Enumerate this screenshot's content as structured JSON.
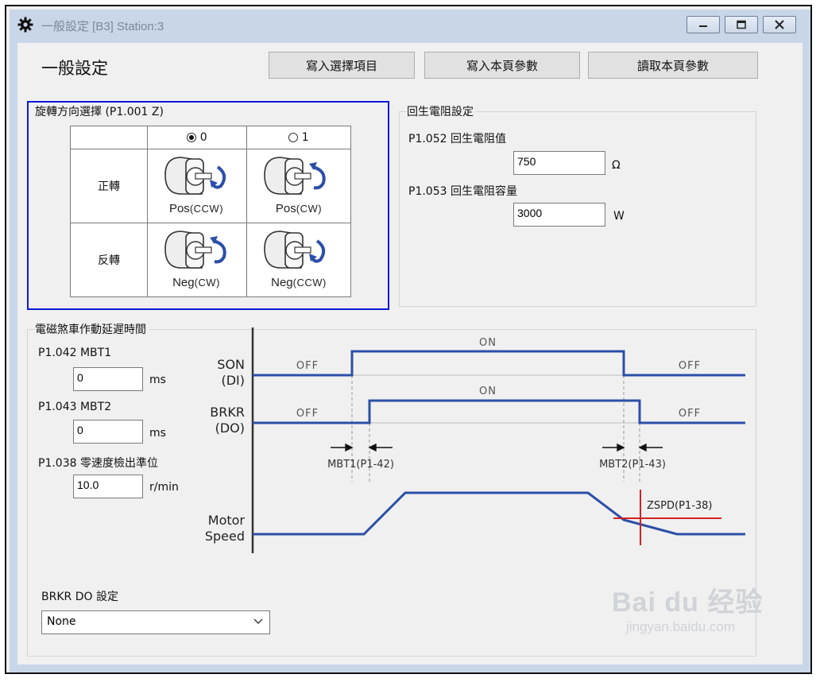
{
  "window": {
    "title": "一般設定 [B3] Station:3",
    "controls": [
      "minimize-icon",
      "maximize-icon",
      "close-icon"
    ]
  },
  "page": {
    "title": "一般設定",
    "buttons": {
      "write_selected": "寫入選擇項目",
      "write_page": "寫入本頁參數",
      "read_page": "讀取本頁參數"
    }
  },
  "direction": {
    "title": "旋轉方向選擇 (P1.001 Z)",
    "options": [
      {
        "label": "0",
        "selected": true
      },
      {
        "label": "1",
        "selected": false
      }
    ],
    "rows": [
      {
        "label": "正轉",
        "cells": [
          {
            "main": "Pos",
            "sub": "(CCW)"
          },
          {
            "main": "Pos",
            "sub": "(CW)"
          }
        ]
      },
      {
        "label": "反轉",
        "cells": [
          {
            "main": "Neg",
            "sub": "(CW)"
          },
          {
            "main": "Neg",
            "sub": "(CCW)"
          }
        ]
      }
    ]
  },
  "regen": {
    "title": "回生電阻設定",
    "resistance_label": "P1.052 回生電阻值",
    "resistance_value": "750",
    "resistance_unit": "Ω",
    "capacity_label": "P1.053 回生電阻容量",
    "capacity_value": "3000",
    "capacity_unit": "W"
  },
  "brake": {
    "title": "電磁煞車作動延遲時間",
    "mbt1_label": "P1.042 MBT1",
    "mbt1_value": "0",
    "mbt1_unit": "ms",
    "mbt2_label": "P1.043 MBT2",
    "mbt2_value": "0",
    "mbt2_unit": "ms",
    "zspd_label": "P1.038 零速度檢出準位",
    "zspd_value": "10.0",
    "zspd_unit": "r/min"
  },
  "timing": {
    "son_label_1": "SON",
    "son_label_2": "(DI)",
    "brkr_label_1": "BRKR",
    "brkr_label_2": "(DO)",
    "motor_label_1": "Motor",
    "motor_label_2": "Speed",
    "son_off_1": "OFF",
    "son_on": "ON",
    "son_off_2": "OFF",
    "brkr_off_1": "OFF",
    "brkr_on": "ON",
    "brkr_off_2": "OFF",
    "mbt1_marker": "MBT1(P1-42)",
    "mbt2_marker": "MBT2(P1-43)",
    "zspd_marker": "ZSPD(P1-38)",
    "signal_color": "#2b4fa8",
    "zspd_color": "#d42020"
  },
  "brkr_do": {
    "title": "BRKR DO 設定",
    "selected": "None"
  },
  "watermark": {
    "main": "Bai du 经验",
    "sub": "jingyan.baidu.com"
  }
}
